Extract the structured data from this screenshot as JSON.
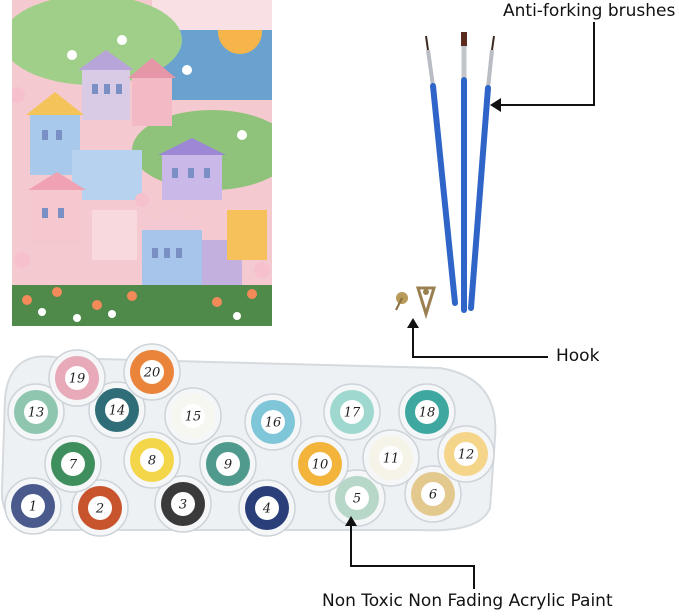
{
  "callouts": {
    "brushes": "Anti-forking brushes",
    "hook": "Hook",
    "paint": "Non Toxic Non Fading Acrylic Paint"
  },
  "pots": [
    {
      "n": "1",
      "color": "#4a5a8c"
    },
    {
      "n": "2",
      "color": "#c8542e"
    },
    {
      "n": "3",
      "color": "#3a3a3a"
    },
    {
      "n": "4",
      "color": "#2a3f7a"
    },
    {
      "n": "5",
      "color": "#b7d7c8"
    },
    {
      "n": "6",
      "color": "#e4c98f"
    },
    {
      "n": "7",
      "color": "#3f8f5e"
    },
    {
      "n": "8",
      "color": "#f3d64a"
    },
    {
      "n": "9",
      "color": "#4f9a8c"
    },
    {
      "n": "10",
      "color": "#f2b43a"
    },
    {
      "n": "11",
      "color": "#f6f4e8"
    },
    {
      "n": "12",
      "color": "#f5d58a"
    },
    {
      "n": "13",
      "color": "#8fc6b0"
    },
    {
      "n": "14",
      "color": "#2f6e78"
    },
    {
      "n": "15",
      "color": "#f7f7f2"
    },
    {
      "n": "16",
      "color": "#7fc6d8"
    },
    {
      "n": "17",
      "color": "#9ed8cf"
    },
    {
      "n": "18",
      "color": "#3ea7a0"
    },
    {
      "n": "19",
      "color": "#e8a9b8"
    },
    {
      "n": "20",
      "color": "#e9843a"
    }
  ]
}
